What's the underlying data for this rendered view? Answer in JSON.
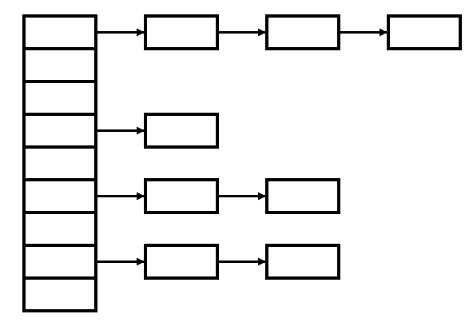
{
  "diagram": {
    "type": "hash-table-chaining",
    "colors": {
      "stroke": "#000000",
      "background": "#ffffff"
    },
    "bucket_count": 9,
    "chains": [
      {
        "bucket": 0,
        "node_count": 3
      },
      {
        "bucket": 3,
        "node_count": 1
      },
      {
        "bucket": 5,
        "node_count": 2
      },
      {
        "bucket": 7,
        "node_count": 2
      }
    ]
  }
}
